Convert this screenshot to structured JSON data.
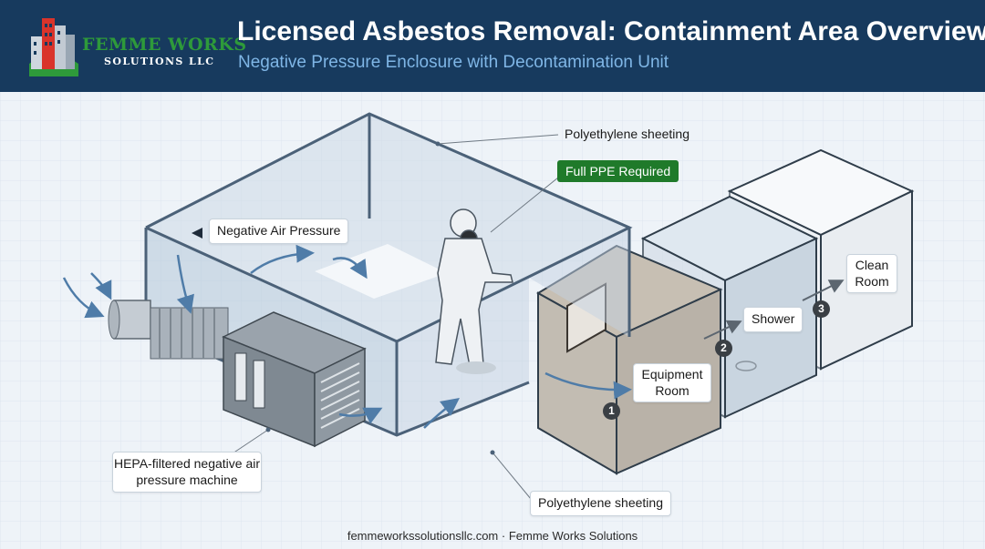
{
  "header": {
    "title": "Licensed Asbestos Removal: Containment Area Overview",
    "subtitle": "Negative Pressure Enclosure with Decontamination Unit",
    "logo": {
      "name": "FEMME WORKS",
      "sub": "SOLUTIONS LLC"
    }
  },
  "labels": {
    "poly_top": "Polyethylene sheeting",
    "ppe": "Full PPE Required",
    "negative_air": "Negative Air Pressure",
    "hepa": "HEPA-filtered negative air pressure machine",
    "poly_bottom": "Polyethylene sheeting",
    "equipment_room": "Equipment Room",
    "shower": "Shower",
    "clean_room": "Clean Room"
  },
  "steps": [
    "1",
    "2",
    "3"
  ],
  "footer": "femmeworkssolutionsllc.com · Femme Works Solutions",
  "colors": {
    "header_bg": "#173a5e",
    "subtitle": "#7fb6e6",
    "logo_green": "#2e9a3a",
    "ppe_green": "#1f7a2a"
  }
}
